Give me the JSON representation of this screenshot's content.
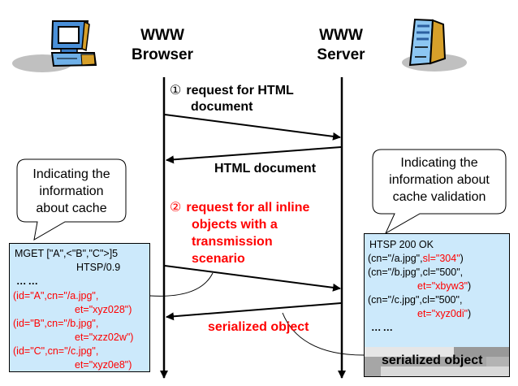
{
  "headers": {
    "browser": [
      "WWW",
      "Browser"
    ],
    "server": [
      "WWW",
      "Server"
    ]
  },
  "icons": {
    "browser": "desktop-computer-icon",
    "server": "tower-server-icon"
  },
  "messages": {
    "step1_num": "①",
    "step1_line1": "request for HTML",
    "step1_line2": "document",
    "html_document": "HTML document",
    "step2_num": "②",
    "step2_lines": [
      "request for all inline",
      "objects with a",
      "transmission",
      "scenario"
    ],
    "serialized_object": "serialized object"
  },
  "callouts": {
    "cache": [
      "Indicating the",
      "information",
      "about cache"
    ],
    "validation": [
      "Indicating the",
      "information about",
      "cache validation"
    ]
  },
  "request_box": {
    "line1": "MGET [\"A\",<\"B\",\"C\">]5",
    "line2": "HTSP/0.9",
    "dots": "……",
    "entries": [
      {
        "a": "(id=\"A\",cn=\"/a.jpg\",",
        "b": "et=\"xyz028\")"
      },
      {
        "a": "(id=\"B\",cn=\"/b.jpg\",",
        "b": "et=\"xzz02w\")"
      },
      {
        "a": "(id=\"C\",cn=\"/c.jpg\",",
        "b": "et=\"xyz0e8\")"
      }
    ]
  },
  "response_box": {
    "status": "HTSP 200 OK",
    "a_black": "(cn=\"/a.jpg\",",
    "a_red": "sl=\"304\"",
    "a_close": ")",
    "b_line": "(cn=\"/b.jpg\",cl=\"500\",",
    "b_red": "et=\"xbyw3\"",
    "b_close": ")",
    "c_line": "(cn=\"/c.jpg\",cl=\"500\",",
    "c_red": "et=\"xyz0di\"",
    "c_close": ")",
    "dots": "……",
    "serialized_label": "serialized object"
  },
  "colors": {
    "box_fill": "#cce9fb",
    "accent_red": "#ff0000",
    "strip_light": "#e6e6e6",
    "strip_mid": "#999999",
    "strip_lighter": "#d9d9d9"
  }
}
